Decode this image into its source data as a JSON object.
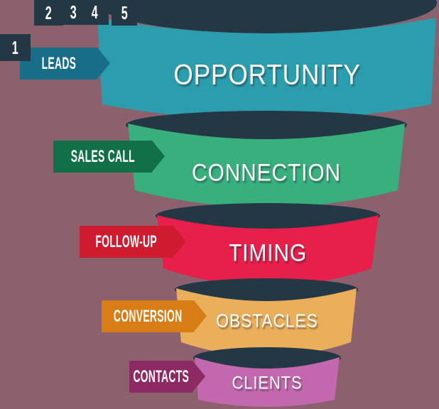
{
  "background_color": "#8A616D",
  "funnel": {
    "badge_color": "#233744",
    "inner_shadow_color": "#233744",
    "text_color": "#FFFFFF",
    "levels": [
      {
        "number": "1",
        "ribbon_label": "LEADS",
        "band_label": "OPPORTUNITY",
        "ribbon_color": "#186E88",
        "band_color": "#2C9DAD"
      },
      {
        "number": "2",
        "ribbon_label": "SALES CALL",
        "band_label": "CONNECTION",
        "ribbon_color": "#127048",
        "band_color": "#38AF7C"
      },
      {
        "number": "3",
        "ribbon_label": "FOLLOW-UP",
        "band_label": "TIMING",
        "ribbon_color": "#CE1B2F",
        "band_color": "#E81E4B"
      },
      {
        "number": "4",
        "ribbon_label": "CONVERSION",
        "band_label": "OBSTACLES",
        "ribbon_color": "#D87D16",
        "band_color": "#EBAE5B"
      },
      {
        "number": "5",
        "ribbon_label": "CONTACTS",
        "band_label": "CLIENTS",
        "ribbon_color": "#8E2A63",
        "band_color": "#C368AE"
      }
    ]
  }
}
